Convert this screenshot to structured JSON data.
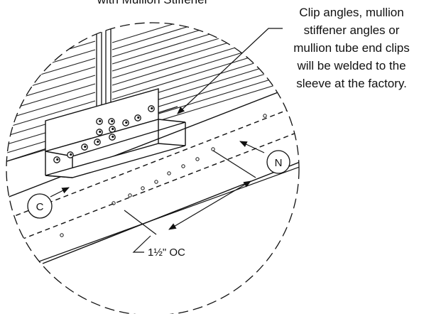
{
  "title_partial": "with Mullion Stiffener",
  "note": {
    "lines": [
      "Clip angles, mullion",
      "stiffener angles or",
      "mullion tube end clips",
      "will be welded to the",
      "sleeve at the factory."
    ]
  },
  "callouts": {
    "n": "N",
    "c": "C"
  },
  "dimension": {
    "spacing": "1½\" OC"
  }
}
